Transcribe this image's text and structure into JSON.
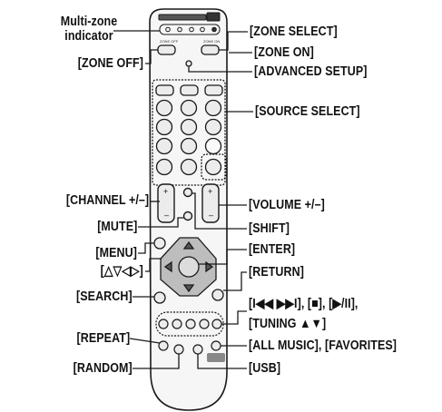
{
  "labels": {
    "multizone_line1": "Multi-zone",
    "multizone_line2": "indicator",
    "zone_off": "[ZONE OFF]",
    "channel": "[CHANNEL +/–]",
    "mute": "[MUTE]",
    "menu": "[MENU]",
    "cursor": "[△▽◁▷]",
    "search": "[SEARCH]",
    "repeat": "[REPEAT]",
    "random": "[RANDOM]",
    "zone_select": "[ZONE SELECT]",
    "zone_on": "[ZONE ON]",
    "advanced_setup": "[ADVANCED SETUP]",
    "source_select": "[SOURCE SELECT]",
    "volume": "[VOLUME +/–]",
    "shift": "[SHIFT]",
    "enter": "[ENTER]",
    "return": "[RETURN]",
    "transport": "[I◀◀ ▶▶I], [■], [▶/II],",
    "tuning": "[TUNING ▲▼]",
    "all_music": "[ALL MUSIC], [FAVORITES]",
    "usb": "[USB]"
  },
  "colors": {
    "outline": "#1a1a1a",
    "remote_body": "#f6f6f6",
    "cursor_pad": "#bdbdbd",
    "text": "#111111"
  }
}
